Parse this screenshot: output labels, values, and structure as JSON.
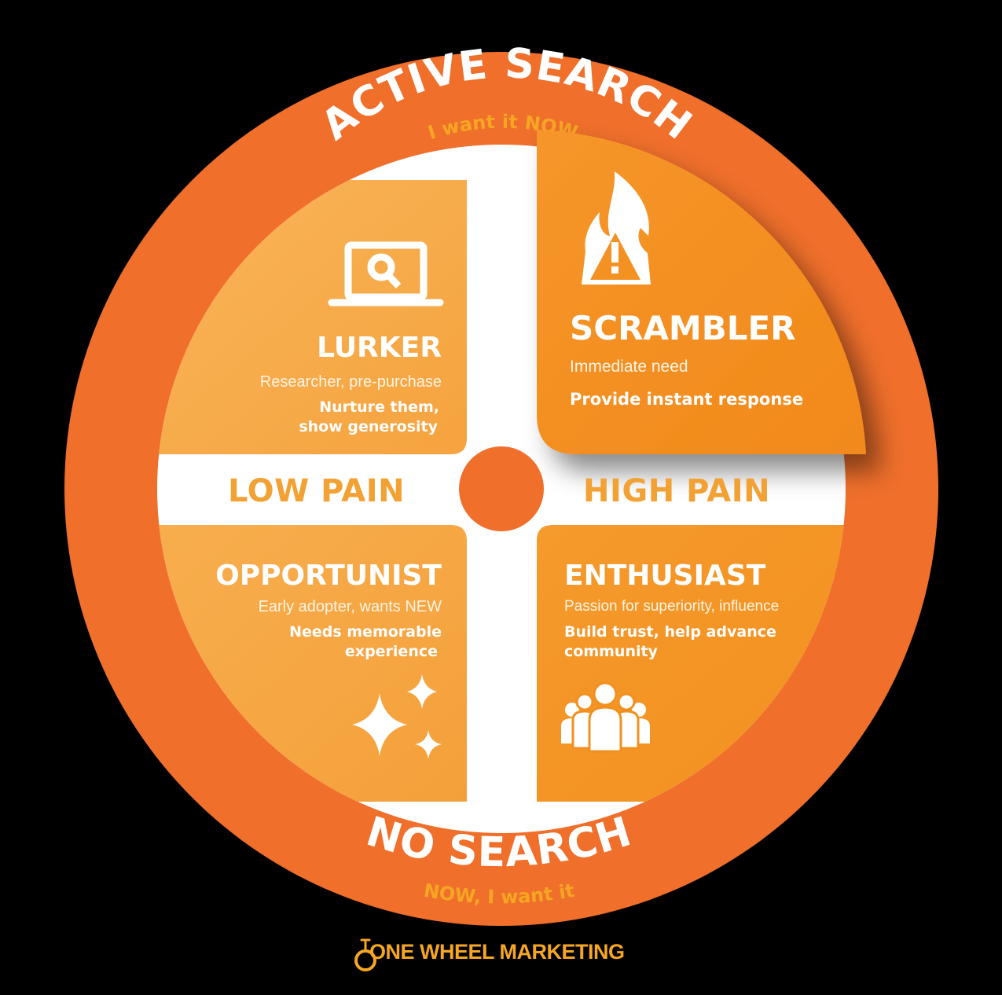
{
  "ring": {
    "top": {
      "title": "ACTIVE SEARCH",
      "subtitle": "I want it NOW"
    },
    "bottom": {
      "title": "NO SEARCH",
      "subtitle": "NOW, I want it"
    }
  },
  "axis": {
    "left": "LOW PAIN",
    "right": "HIGH PAIN"
  },
  "quadrants": {
    "lurker": {
      "title": "LURKER",
      "description": "Researcher, pre-purchase",
      "action_line1": "Nurture them,",
      "action_line2": "show generosity",
      "icon": "laptop-search-icon"
    },
    "scrambler": {
      "title": "SCRAMBLER",
      "description": "Immediate need",
      "action_line1": "Provide instant response",
      "icon": "fire-warning-icon"
    },
    "opportunist": {
      "title": "OPPORTUNIST",
      "description": "Early adopter, wants NEW",
      "action_line1": "Needs memorable",
      "action_line2": "experience",
      "icon": "sparkles-icon"
    },
    "enthusiast": {
      "title": "ENTHUSIAST",
      "description": "Passion for superiority, influence",
      "action_line1": "Build trust, help advance",
      "action_line2": "community",
      "icon": "group-people-icon"
    }
  },
  "brand": {
    "name": "ONE WHEEL MARKETING"
  },
  "colors": {
    "ring": "#ef6f2b",
    "inner": "#ffffff",
    "quadrant_light": "#f7ac45",
    "quadrant_dark": "#f39223",
    "accent_text": "#f2a134",
    "background": "#000000"
  }
}
